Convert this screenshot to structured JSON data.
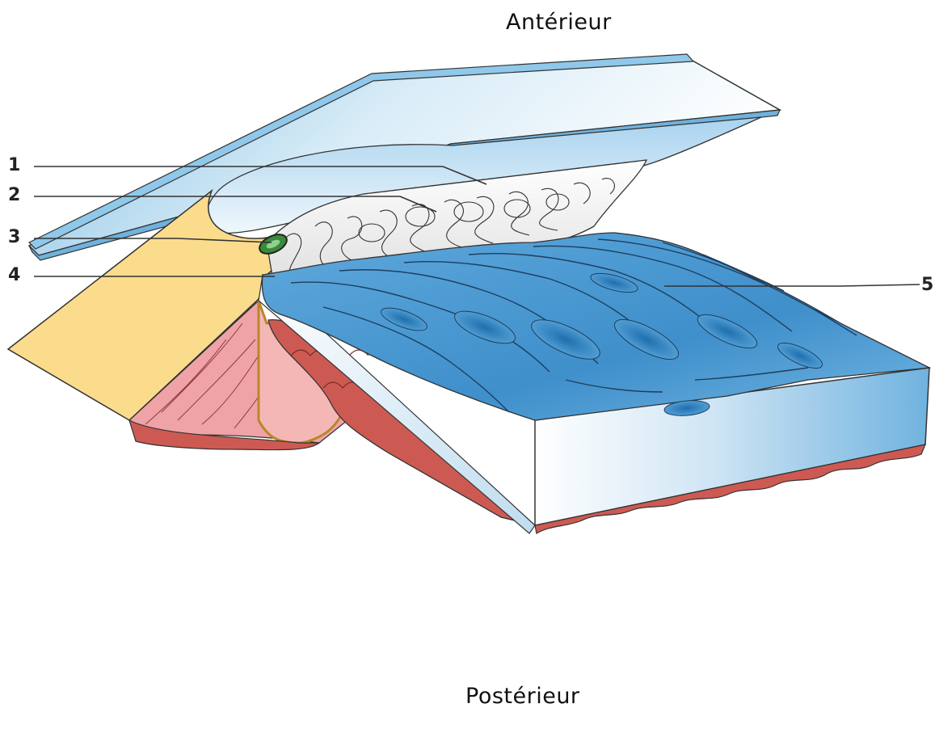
{
  "orientation": {
    "top": "Antérieur",
    "bottom": "Postérieur"
  },
  "callouts": [
    {
      "number": "1"
    },
    {
      "number": "2"
    },
    {
      "number": "3"
    },
    {
      "number": "4"
    },
    {
      "number": "5"
    }
  ],
  "colors": {
    "cornea_blue": "#8ec5e6",
    "sclera_yellow": "#fbdc8c",
    "iris_pink": "#efa3a6",
    "iris_red": "#cd5a52",
    "trabecular_white": "#f2f2f2",
    "meshwork_blue": "#4f9fd6",
    "canal_green": "#3a8a3a"
  }
}
